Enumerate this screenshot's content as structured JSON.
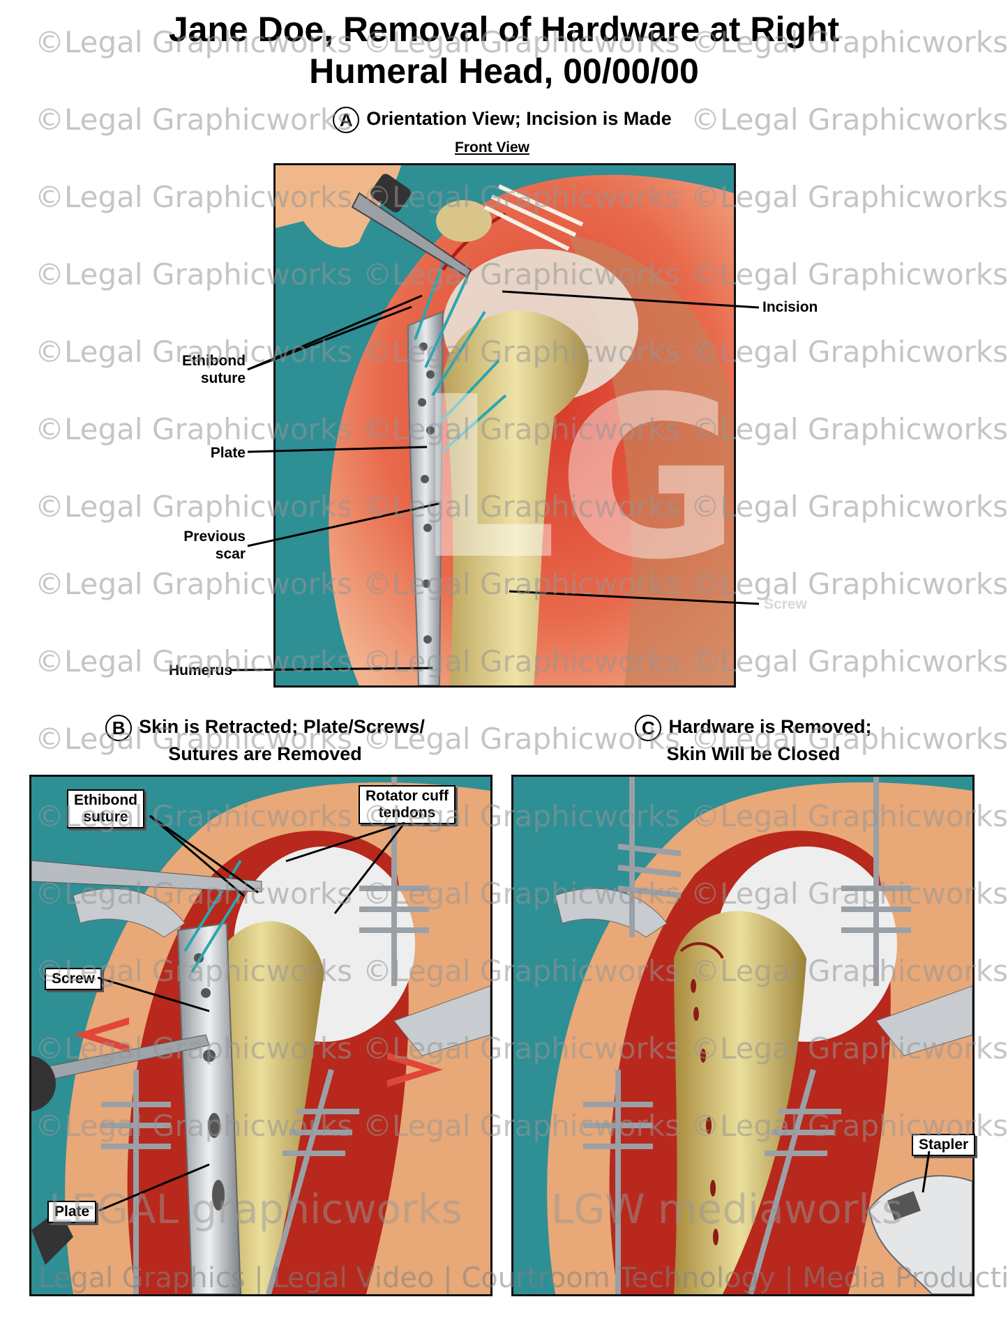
{
  "title": {
    "line1": "Jane Doe, Removal of Hardware at Right",
    "line2": "Humeral Head, 00/00/00"
  },
  "panel_a": {
    "letter": "A",
    "heading": "Orientation View; Incision is Made",
    "subheading": "Front View",
    "labels": {
      "incision": "Incision",
      "ethibond_1": "Ethibond",
      "ethibond_2": "suture",
      "plate": "Plate",
      "scar_1": "Previous",
      "scar_2": "scar",
      "screw": "Screw",
      "humerus": "Humerus"
    }
  },
  "panel_b": {
    "letter": "B",
    "heading_1": "Skin is Retracted; Plate/Screws/",
    "heading_2": "Sutures are Removed",
    "labels": {
      "ethibond_1": "Ethibond",
      "ethibond_2": "suture",
      "rotator_1": "Rotator cuff",
      "rotator_2": "tendons",
      "screw": "Screw",
      "plate": "Plate"
    }
  },
  "panel_c": {
    "letter": "C",
    "heading_1": "Hardware is Removed;",
    "heading_2": "Skin Will be Closed",
    "labels": {
      "stapler": "Stapler"
    }
  },
  "watermark": {
    "text": "©Legal Graphicworks",
    "logo_left": "LEGAL graphicworks",
    "logo_right": "LGW mediaworks",
    "big_mark": "LGW",
    "footer": "Legal Graphics | Legal Video | Courtroom Technology | Media Production"
  }
}
